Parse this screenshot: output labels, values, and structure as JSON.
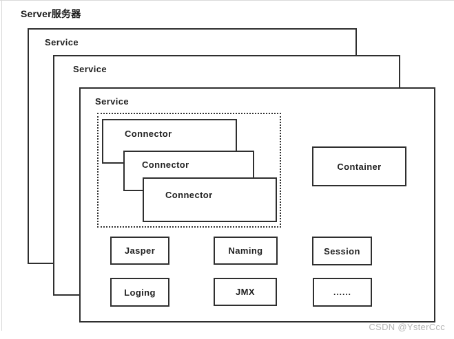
{
  "page": {
    "title": "Server服务器",
    "watermark": "CSDN @YsterCcc",
    "background": "#ffffff"
  },
  "colors": {
    "box_border": "#2f2f2f",
    "text": "#222222",
    "dotted_border": "#333333",
    "watermark_text": "#b5b5b5",
    "frame_line": "#d9d9d9"
  },
  "services": [
    {
      "label": "Service"
    },
    {
      "label": "Service"
    },
    {
      "label": "Service"
    }
  ],
  "connectors": [
    {
      "label": "Connector"
    },
    {
      "label": "Connector"
    },
    {
      "label": "Connector"
    }
  ],
  "container": {
    "label": "Container"
  },
  "modules": [
    {
      "label": "Jasper"
    },
    {
      "label": "Naming"
    },
    {
      "label": "Session"
    },
    {
      "label": "Loging"
    },
    {
      "label": "JMX"
    },
    {
      "label": "......"
    }
  ]
}
